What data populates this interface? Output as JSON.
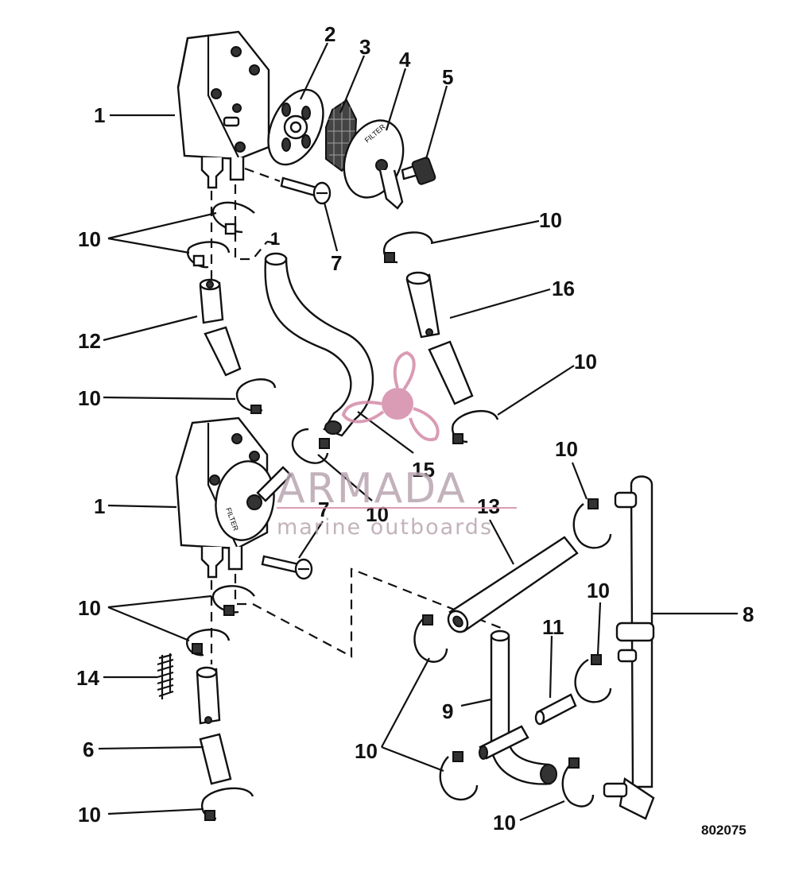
{
  "diagram": {
    "callouts": [
      {
        "id": "c1a",
        "text": "1"
      },
      {
        "id": "c2",
        "text": "2"
      },
      {
        "id": "c3",
        "text": "3"
      },
      {
        "id": "c4",
        "text": "4"
      },
      {
        "id": "c5",
        "text": "5"
      },
      {
        "id": "c10a",
        "text": "10"
      },
      {
        "id": "c1b",
        "text": "1"
      },
      {
        "id": "c7a",
        "text": "7"
      },
      {
        "id": "c10b",
        "text": "10"
      },
      {
        "id": "c16",
        "text": "16"
      },
      {
        "id": "c12",
        "text": "12"
      },
      {
        "id": "c10c",
        "text": "10"
      },
      {
        "id": "c10d",
        "text": "10"
      },
      {
        "id": "c15",
        "text": "15"
      },
      {
        "id": "c1c",
        "text": "1"
      },
      {
        "id": "c10e",
        "text": "10"
      },
      {
        "id": "c7b",
        "text": "7"
      },
      {
        "id": "c13",
        "text": "13"
      },
      {
        "id": "c10f",
        "text": "10"
      },
      {
        "id": "c10g",
        "text": "10"
      },
      {
        "id": "c8",
        "text": "8"
      },
      {
        "id": "c10h",
        "text": "10"
      },
      {
        "id": "c11",
        "text": "11"
      },
      {
        "id": "c14",
        "text": "14"
      },
      {
        "id": "c9",
        "text": "9"
      },
      {
        "id": "c6",
        "text": "6"
      },
      {
        "id": "c10i",
        "text": "10"
      },
      {
        "id": "c10j",
        "text": "10"
      },
      {
        "id": "c10k",
        "text": "10"
      }
    ],
    "part_code": "802075",
    "filter_cover_text": "FILTER",
    "filter_cover_text_lower": "FILTER"
  },
  "watermark": {
    "brand": "ARMADA",
    "tagline": "marine outboards",
    "color": "#d48aa8"
  }
}
